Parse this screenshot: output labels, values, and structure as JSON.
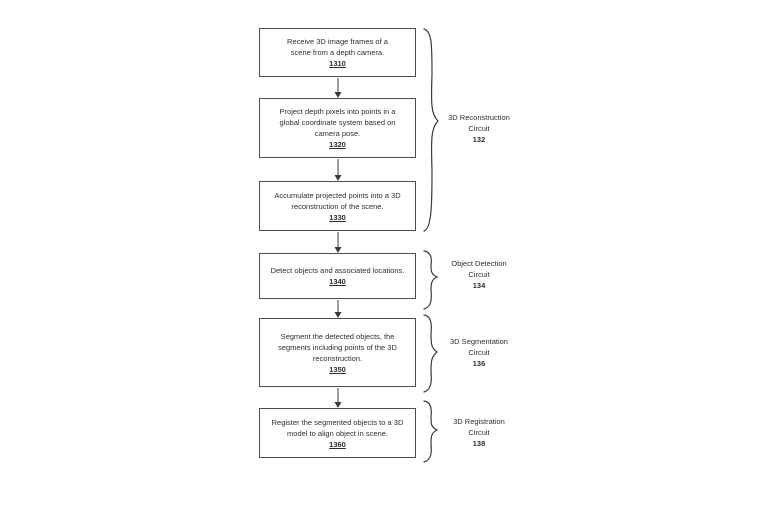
{
  "figure": {
    "steps": [
      {
        "lines": [
          "Receive 3D image frames of a",
          "scene from a depth camera."
        ],
        "ref": "1310"
      },
      {
        "lines": [
          "Project depth pixels into points in a",
          "global coordinate system based on",
          "camera pose."
        ],
        "ref": "1320"
      },
      {
        "lines": [
          "Accumulate projected points into a 3D",
          "reconstruction of the scene."
        ],
        "ref": "1330"
      },
      {
        "lines": [
          "Detect objects and associated locations."
        ],
        "ref": "1340"
      },
      {
        "lines": [
          "Segment the detected objects, the",
          "segments including points of the 3D",
          "reconstruction."
        ],
        "ref": "1350"
      },
      {
        "lines": [
          "Register the segmented objects to a 3D",
          "model to align object in scene."
        ],
        "ref": "1360"
      }
    ],
    "groups": [
      {
        "lines": [
          "3D Reconstruction",
          "Circuit"
        ],
        "ref": "132"
      },
      {
        "lines": [
          "Object Detection",
          "Circuit"
        ],
        "ref": "134"
      },
      {
        "lines": [
          "3D Segmentation",
          "Circuit"
        ],
        "ref": "136"
      },
      {
        "lines": [
          "3D Registration",
          "Circuit"
        ],
        "ref": "138"
      }
    ],
    "colors": {
      "line": "#3a3a3a",
      "text": "#2e2e2e",
      "background": "#ffffff"
    }
  }
}
